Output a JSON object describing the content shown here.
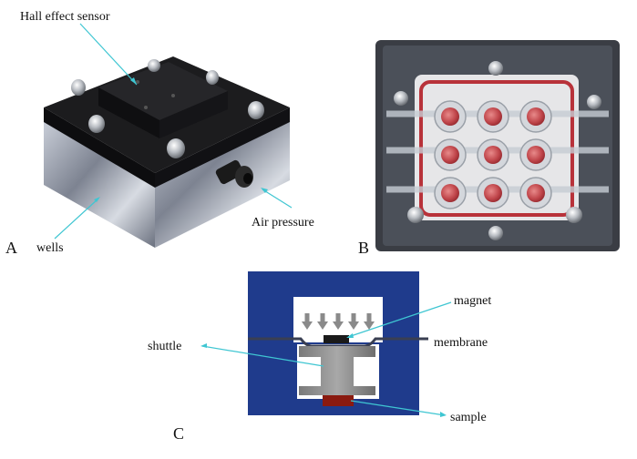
{
  "figure": {
    "panels": {
      "a": "A",
      "b": "B",
      "c": "C"
    },
    "labels": {
      "hall_effect_sensor": "Hall effect sensor",
      "air_pressure": "Air pressure",
      "wells": "wells",
      "magnet": "magnet",
      "membrane": "membrane",
      "shuttle": "shuttle",
      "sample": "sample"
    },
    "colors": {
      "leader": "#3fc6d2",
      "diagram_frame": "#1f3b8c",
      "sample": "#8a1a10",
      "shuttle": "#8c8c8c",
      "device_top": "#1a1a1a",
      "well_red": "#b8323a"
    },
    "device_b": {
      "well_rows": 3,
      "well_cols": 3
    },
    "diagram_c": {
      "arrow_count": 5
    }
  }
}
